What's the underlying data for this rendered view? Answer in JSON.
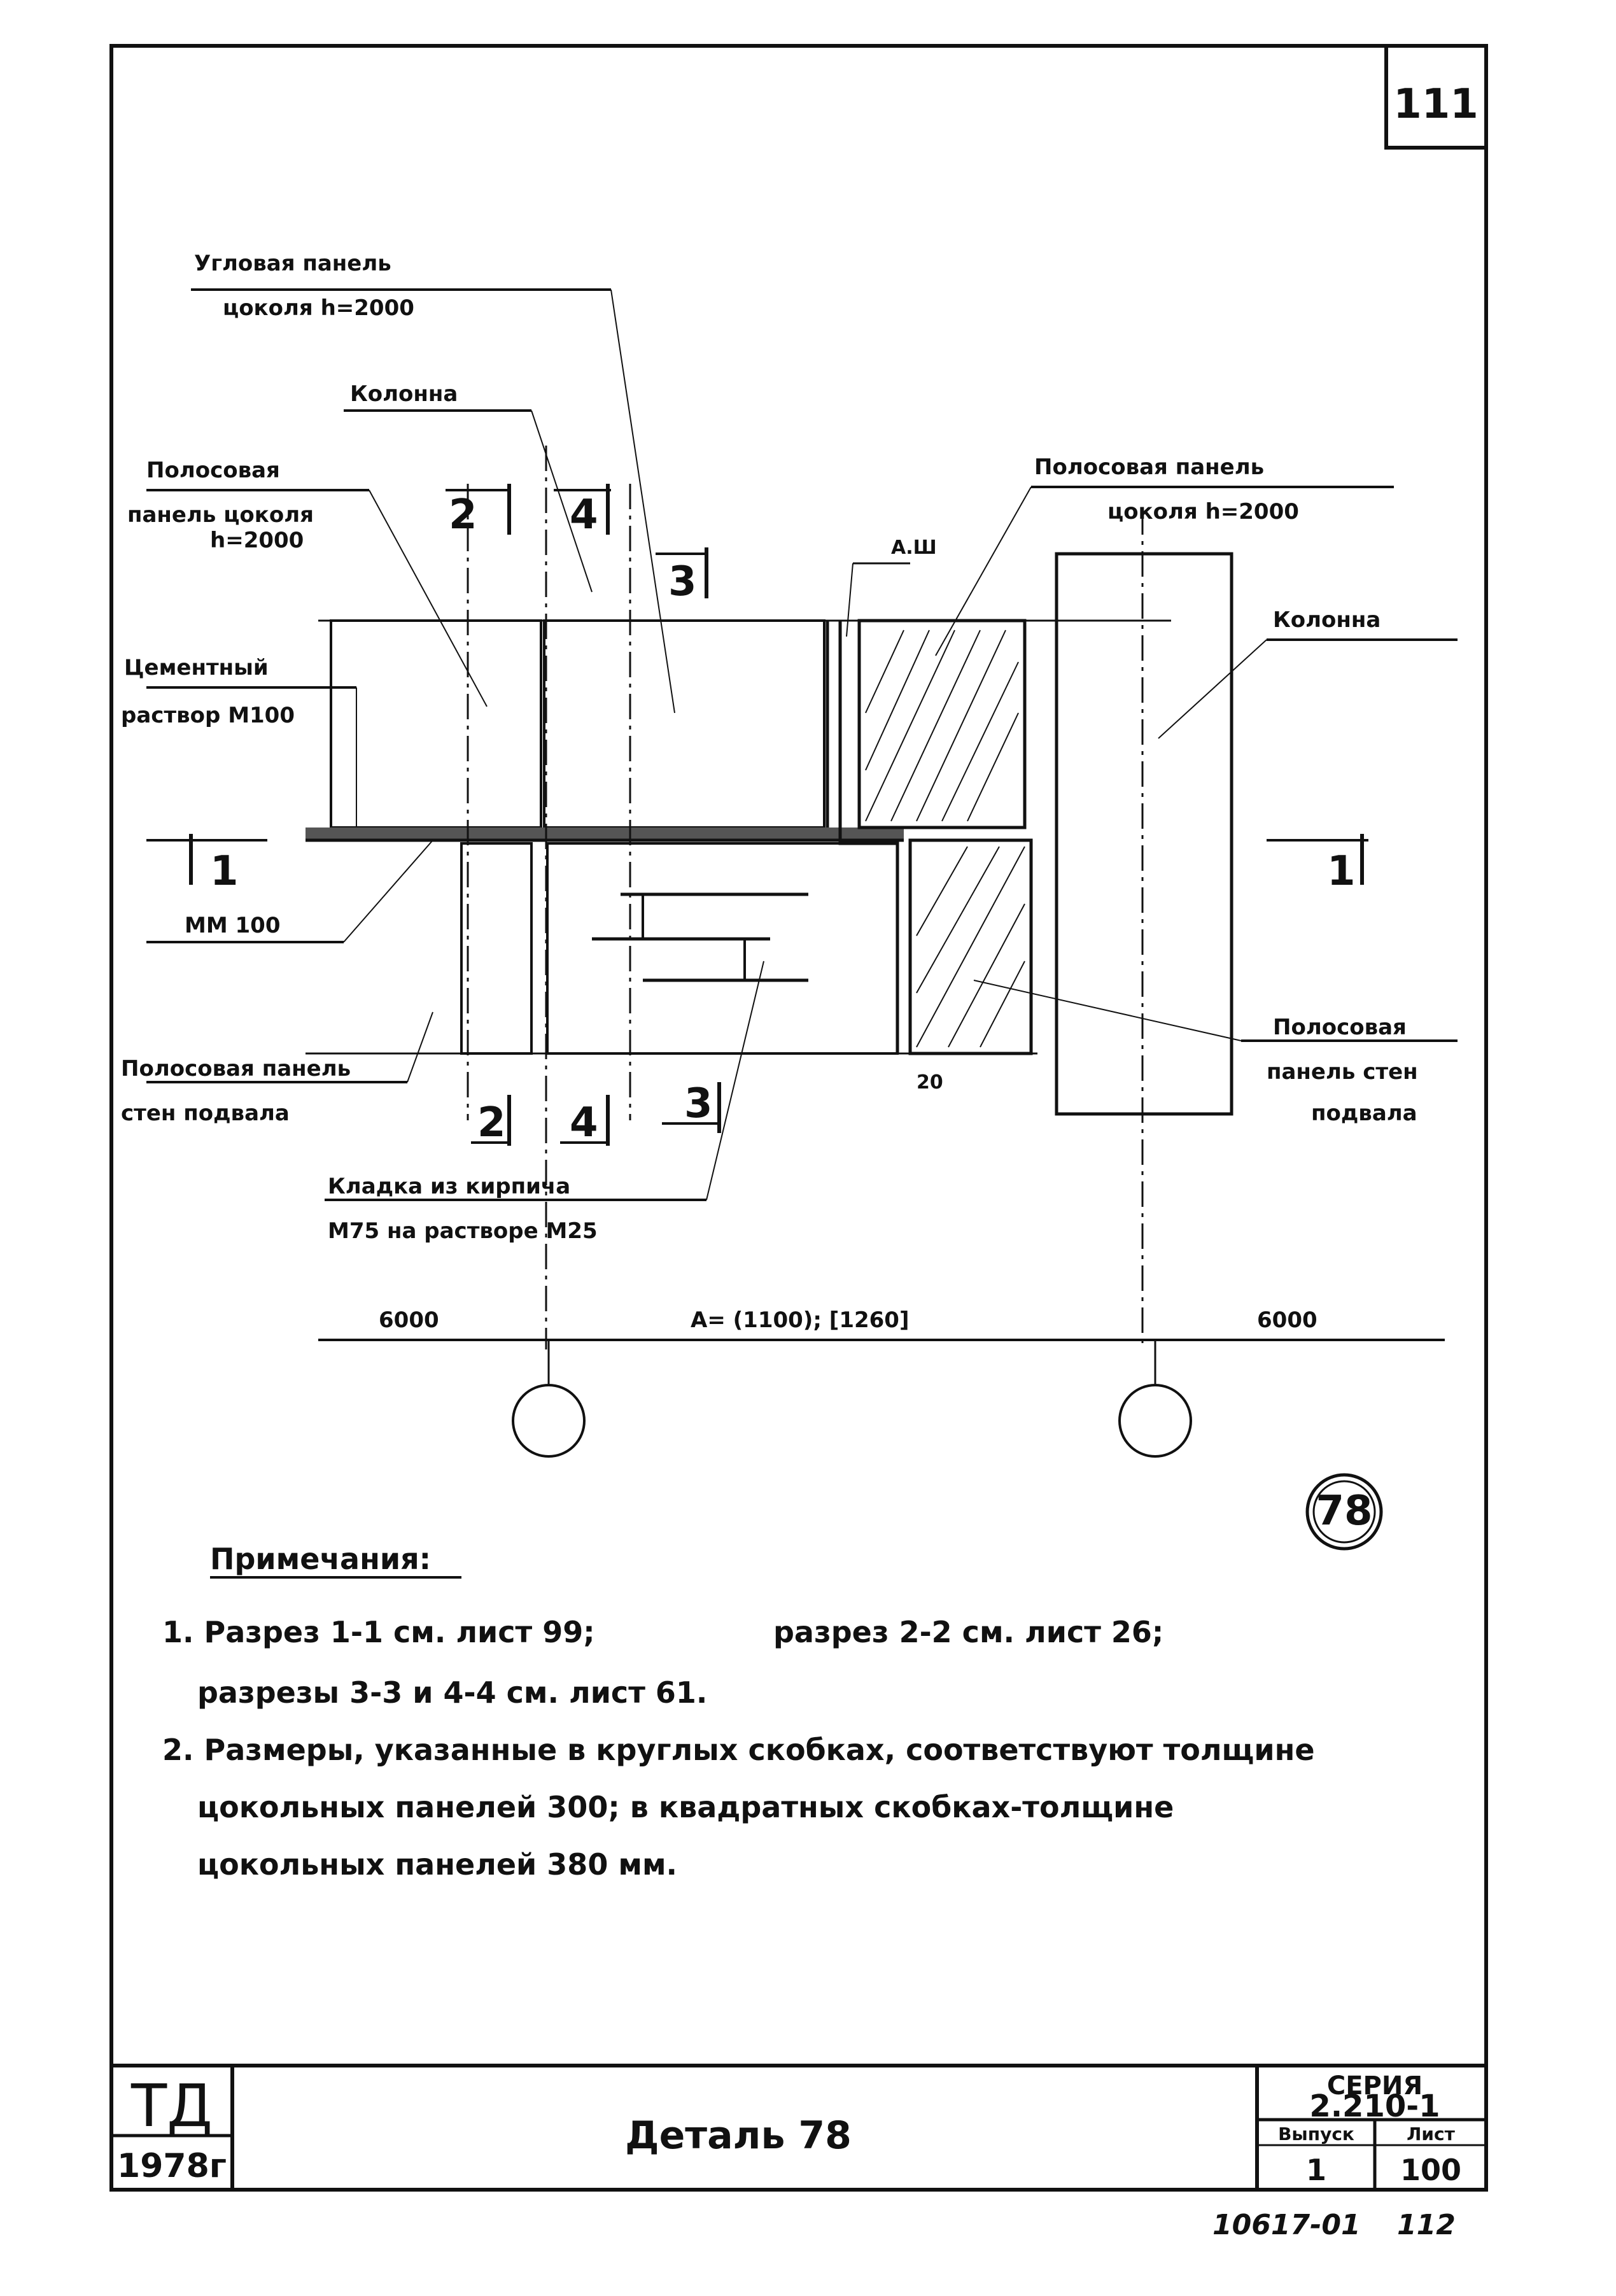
{
  "sheet_number_box": "111",
  "labels": {
    "corner_panel_line1": "Угловая панель",
    "corner_panel_line2": "цоколя h=2000",
    "column_left": "Колонна",
    "strip_plinth_left_line1": "Полосовая",
    "strip_plinth_left_line2": "панель цоколя",
    "strip_plinth_left_line3": "h=2000",
    "cement_mortar_line1": "Цементный",
    "cement_mortar_line2": "раствор М100",
    "mm100": "ММ 100",
    "strip_basement_left_line1": "Полосовая панель",
    "strip_basement_left_line2": "стен подвала",
    "strip_plinth_right_line1": "Полосовая панель",
    "strip_plinth_right_line2": "цоколя h=2000",
    "column_right": "Колонна",
    "strip_basement_right_line1": "Полосовая",
    "strip_basement_right_line2": "панель стен",
    "strip_basement_right_line3": "подвала",
    "brickwork_line1": "Кладка из кирпича",
    "brickwork_line2": "М75 на растворе М25",
    "waterproof": "А.Ш",
    "gap_20": "20"
  },
  "section_marks": {
    "s2_top": "2",
    "s4_top": "4",
    "s3_top": "3",
    "s1_left": "1",
    "s1_right": "1",
    "s2_bot": "2",
    "s4_bot": "4",
    "s3_bot": "3"
  },
  "dimensions": {
    "left": "6000",
    "center": "А= (1100); [1260]",
    "right": "6000"
  },
  "detail_mark": "78",
  "notes": {
    "title": "Примечания:",
    "n1_part1": "1. Разрез 1-1 см. лист 99;",
    "n1_part2": "разрез 2-2 см. лист 26;",
    "n1_part3": "разрезы 3-3 и 4-4 см. лист 61.",
    "n2_line1": "2. Размеры, указанные в круглых скобках, соответствуют толщине",
    "n2_line2": "цокольных панелей 300; в квадратных скобках-толщине",
    "n2_line3": "цокольных панелей 380 мм."
  },
  "title_block": {
    "org": "ТД",
    "year": "1978г",
    "title": "Деталь 78",
    "series_label": "СЕРИЯ",
    "series_value": "2.210-1",
    "issue_label": "Выпуск",
    "issue_value": "1",
    "sheet_label": "Лист",
    "sheet_value": "100"
  },
  "footer_stamp": "10617-01",
  "footer_page": "112"
}
